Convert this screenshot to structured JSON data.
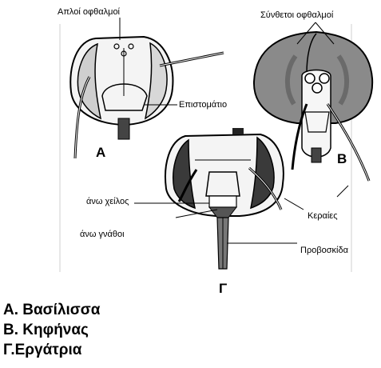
{
  "labels": {
    "simple_eyes": "Απλοί οφθαλμοί",
    "compound_eyes": "Σύνθετοι οφθαλμοί",
    "epistome": "Επιστομάτιο",
    "upper_lip": "άνω χείλος",
    "upper_jaws": "άνω γνάθοι",
    "antennae": "Κεραίες",
    "proboscis": "Προβοσκίδα"
  },
  "letters": {
    "a": "Α",
    "b": "Β",
    "c": "Γ"
  },
  "legend": [
    "Α. Βασίλισσα",
    "Β. Κηφήνας",
    "Γ.Εργάτρια"
  ]
}
